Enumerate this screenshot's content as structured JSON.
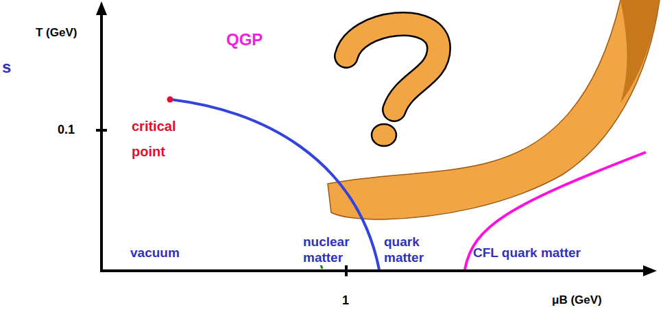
{
  "diagram": {
    "labels": [
      "T (GeV)",
      "QGP",
      "critical point",
      "0.1",
      "s",
      "nuclear matter",
      "vacuum",
      "quark matter",
      "CFL quark matter",
      "1",
      "μB (GeV)"
    ]
  }
}
